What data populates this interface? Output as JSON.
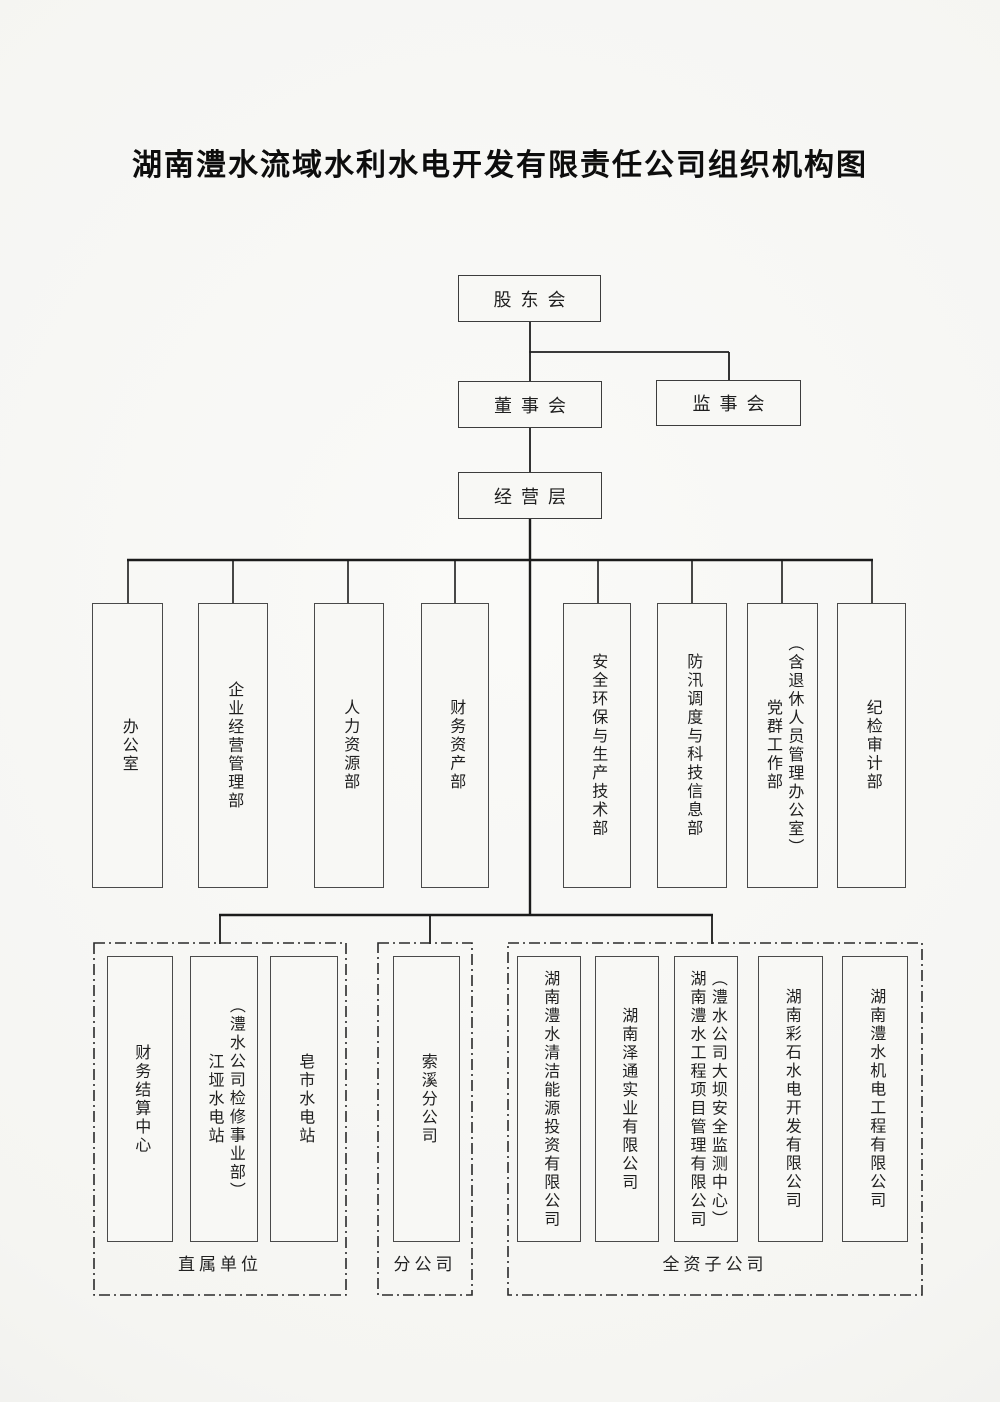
{
  "title": "湖南澧水流域水利水电开发有限责任公司组织机构图",
  "governance": {
    "shareholders": "股东会",
    "board": "董事会",
    "supervisors": "监事会",
    "management": "经营层"
  },
  "departments": [
    {
      "name": "办公室"
    },
    {
      "name": "企业经营管理部"
    },
    {
      "name": "人力资源部"
    },
    {
      "name": "财务资产部"
    },
    {
      "name": "安全环保与生产技术部"
    },
    {
      "name": "防汛调度与科技信息部"
    },
    {
      "name": "党群工作部",
      "annotation": "（含退休人员管理办公室）"
    },
    {
      "name": "纪检审计部"
    }
  ],
  "groups": [
    {
      "label": "直属单位",
      "units": [
        {
          "name": "财务结算中心"
        },
        {
          "name": "江垭水电站",
          "annotation": "（澧水公司检修事业部）"
        },
        {
          "name": "皂市水电站"
        }
      ]
    },
    {
      "label": "分公司",
      "units": [
        {
          "name": "索溪分公司"
        }
      ]
    },
    {
      "label": "全资子公司",
      "units": [
        {
          "name": "湖南澧水清洁能源投资有限公司"
        },
        {
          "name": "湖南泽通实业有限公司"
        },
        {
          "name": "湖南澧水工程项目管理有限公司",
          "annotation": "（澧水公司大坝安全监测中心）"
        },
        {
          "name": "湖南彩石水电开发有限公司"
        },
        {
          "name": "湖南澧水机电工程有限公司"
        }
      ]
    }
  ],
  "colors": {
    "connector_line": "#1f1f1f",
    "box_border": "#3d3d3d",
    "group_border": "#2a2a2a",
    "background": "#f5f5f2",
    "text": "#1f1f1f"
  }
}
